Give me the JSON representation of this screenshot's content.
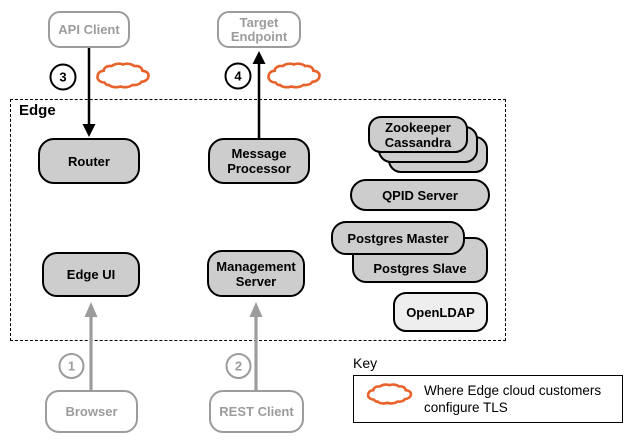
{
  "external": {
    "api_client": "API Client",
    "target_endpoint": "Target Endpoint",
    "browser": "Browser",
    "rest_client": "REST Client"
  },
  "edge": {
    "label": "Edge",
    "router": "Router",
    "message_processor": "Message Processor",
    "edge_ui": "Edge UI",
    "management_server": "Management Server",
    "zookeeper": "Zookeeper",
    "cassandra": "Cassandra",
    "qpid_server": "QPID Server",
    "postgres_master": "Postgres Master",
    "postgres_slave": "Postgres Slave",
    "openldap": "OpenLDAP"
  },
  "steps": {
    "browser_to_edge_ui": "1",
    "rest_client_to_management_server": "2",
    "api_client_to_router": "3",
    "message_processor_to_target": "4"
  },
  "key": {
    "title": "Key",
    "description_line1": "Where Edge cloud customers",
    "description_line2": "configure TLS"
  },
  "colors": {
    "tls_cloud": "#E8622C",
    "component_fill": "#cdcdcd",
    "openldap_fill": "#eeeeee",
    "external_gray": "#9c9c9c"
  }
}
